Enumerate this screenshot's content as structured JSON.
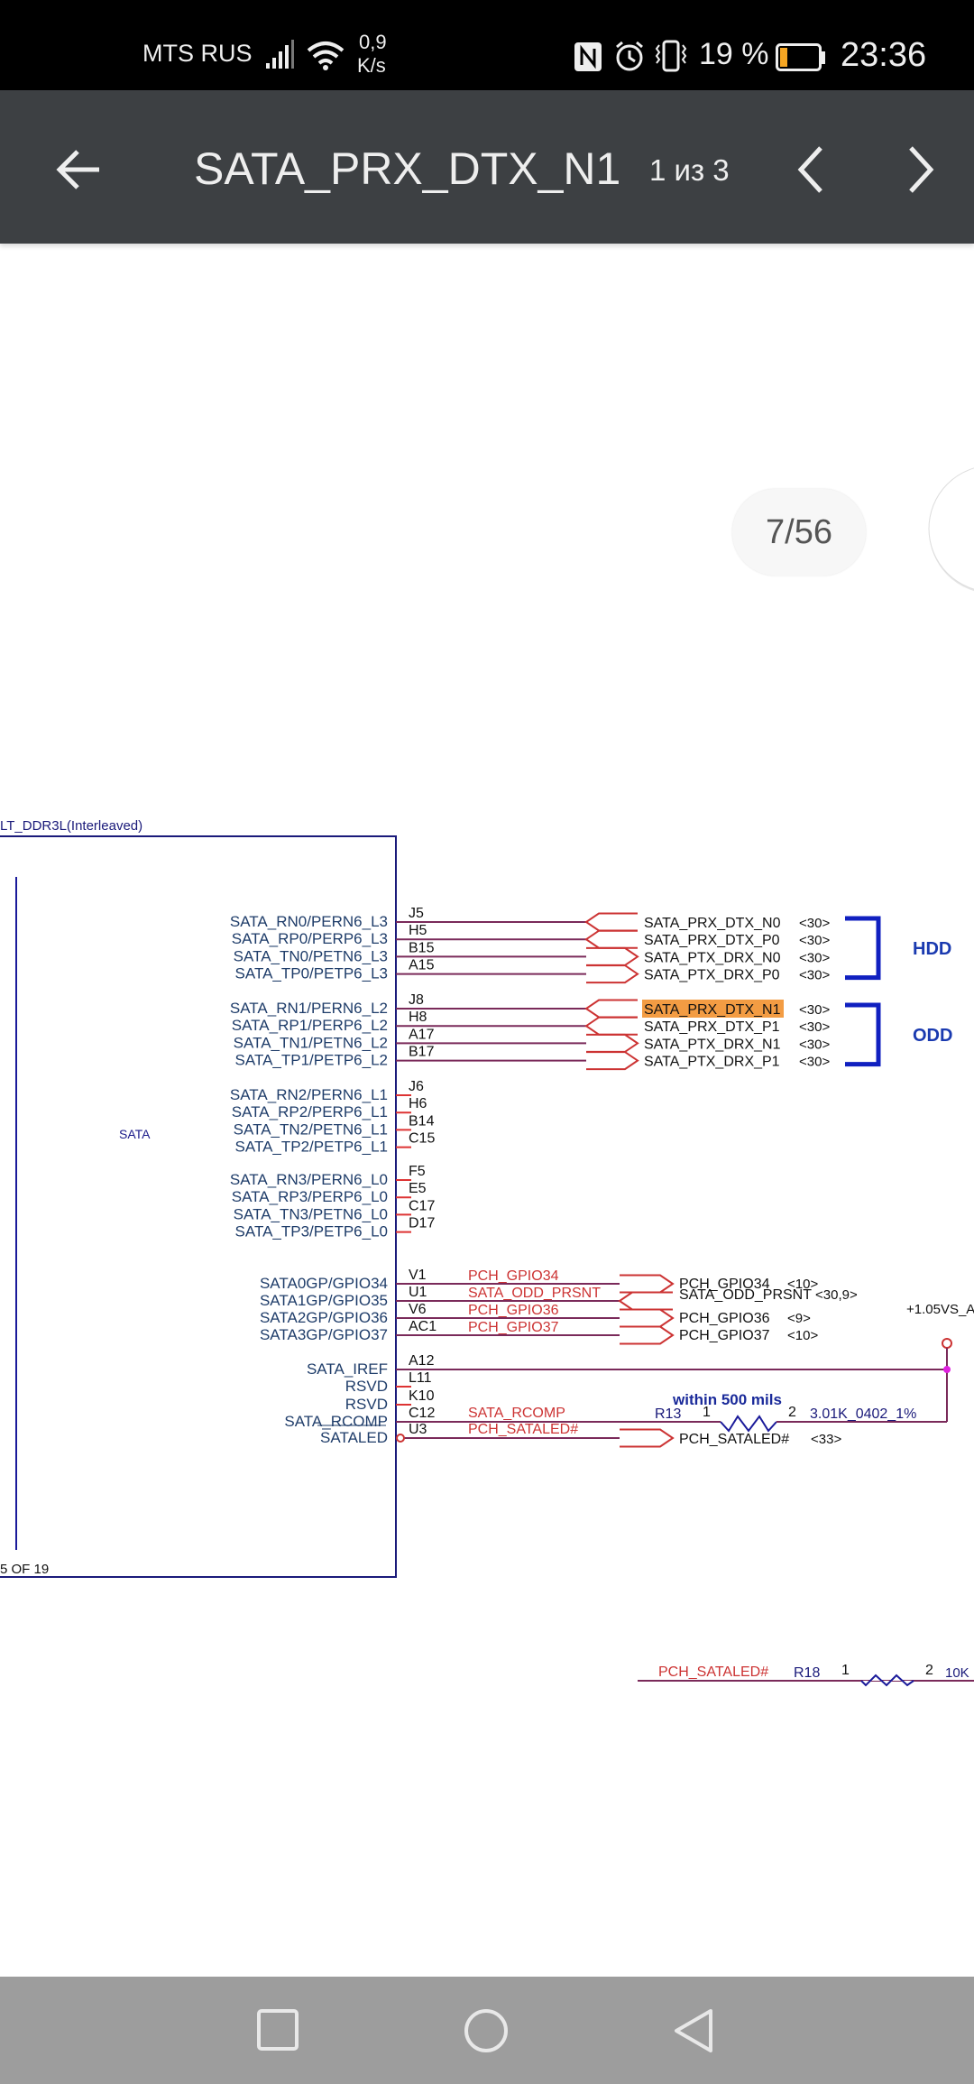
{
  "status_bar": {
    "carrier": "MTS RUS",
    "net_speed_value": "0,9",
    "net_speed_unit": "K/s",
    "battery_percent": "19 %",
    "battery_level": 0.19,
    "time": "23:36",
    "icons": [
      "signal-icon",
      "wifi-icon",
      "nfc-icon",
      "alarm-icon",
      "vibrate-icon",
      "battery-icon"
    ]
  },
  "toolbar": {
    "search_term": "SATA_PRX_DTX_N1",
    "match_counter": "1 из 3",
    "icons": [
      "back-arrow-icon",
      "chevron-left-icon",
      "chevron-right-icon"
    ]
  },
  "page_indicator": "7/56",
  "schematic": {
    "header": "LT_DDR3L(Interleaved)",
    "block_label": "SATA",
    "part_of": "5 OF 19",
    "highlight_color": "#f39c43",
    "groups": [
      {
        "label": "HDD",
        "pins": [
          {
            "name": "SATA_RN0/PERN6_L3",
            "ball": "J5",
            "net": "SATA_PRX_DTX_N0",
            "ref": "<30>",
            "dir": "in"
          },
          {
            "name": "SATA_RP0/PERP6_L3",
            "ball": "H5",
            "net": "SATA_PRX_DTX_P0",
            "ref": "<30>",
            "dir": "in"
          },
          {
            "name": "SATA_TN0/PETN6_L3",
            "ball": "B15",
            "net": "SATA_PTX_DRX_N0",
            "ref": "<30>",
            "dir": "out"
          },
          {
            "name": "SATA_TP0/PETP6_L3",
            "ball": "A15",
            "net": "SATA_PTX_DRX_P0",
            "ref": "<30>",
            "dir": "out"
          }
        ]
      },
      {
        "label": "ODD",
        "pins": [
          {
            "name": "SATA_RN1/PERN6_L2",
            "ball": "J8",
            "net": "SATA_PRX_DTX_N1",
            "ref": "<30>",
            "dir": "in",
            "highlight": true
          },
          {
            "name": "SATA_RP1/PERP6_L2",
            "ball": "H8",
            "net": "SATA_PRX_DTX_P1",
            "ref": "<30>",
            "dir": "in"
          },
          {
            "name": "SATA_TN1/PETN6_L2",
            "ball": "A17",
            "net": "SATA_PTX_DRX_N1",
            "ref": "<30>",
            "dir": "out"
          },
          {
            "name": "SATA_TP1/PETP6_L2",
            "ball": "B17",
            "net": "SATA_PTX_DRX_P1",
            "ref": "<30>",
            "dir": "out"
          }
        ]
      },
      {
        "label": "",
        "pins": [
          {
            "name": "SATA_RN2/PERN6_L1",
            "ball": "J6"
          },
          {
            "name": "SATA_RP2/PERP6_L1",
            "ball": "H6"
          },
          {
            "name": "SATA_TN2/PETN6_L1",
            "ball": "B14"
          },
          {
            "name": "SATA_TP2/PETP6_L1",
            "ball": "C15"
          }
        ]
      },
      {
        "label": "",
        "pins": [
          {
            "name": "SATA_RN3/PERN6_L0",
            "ball": "F5"
          },
          {
            "name": "SATA_RP3/PERP6_L0",
            "ball": "E5"
          },
          {
            "name": "SATA_TN3/PETN6_L0",
            "ball": "C17"
          },
          {
            "name": "SATA_TP3/PETP6_L0",
            "ball": "D17"
          }
        ]
      }
    ],
    "gpio": [
      {
        "name": "SATA0GP/GPIO34",
        "ball": "V1",
        "wire": "PCH_GPIO34",
        "net": "PCH_GPIO34",
        "ref": "<10>",
        "dir": "out"
      },
      {
        "name": "SATA1GP/GPIO35",
        "ball": "U1",
        "wire": "SATA_ODD_PRSNT",
        "net": "SATA_ODD_PRSNT",
        "ref": "<30,9>",
        "dir": "in"
      },
      {
        "name": "SATA2GP/GPIO36",
        "ball": "V6",
        "wire": "PCH_GPIO36",
        "net": "PCH_GPIO36",
        "ref": "<9>",
        "dir": "out"
      },
      {
        "name": "SATA3GP/GPIO37",
        "ball": "AC1",
        "wire": "PCH_GPIO37",
        "net": "PCH_GPIO37",
        "ref": "<10>",
        "dir": "out"
      }
    ],
    "misc": [
      {
        "name": "SATA_IREF",
        "ball": "A12"
      },
      {
        "name": "RSVD",
        "ball": "L11"
      },
      {
        "name": "RSVD",
        "ball": "K10"
      },
      {
        "name": "SATA_RCOMP",
        "ball": "C12",
        "wire": "SATA_RCOMP"
      },
      {
        "name": "SATALED",
        "ball": "U3",
        "wire": "PCH_SATALED#",
        "net": "PCH_SATALED#",
        "ref": "<33>"
      }
    ],
    "power_rail": "+1.05VS_A",
    "note": "within 500 mils",
    "r13": {
      "ref": "R13",
      "pin1": "1",
      "pin2": "2",
      "value": "3.01K_0402_1%"
    },
    "r18": {
      "net": "PCH_SATALED#",
      "ref": "R18",
      "pin1": "1",
      "pin2": "2",
      "value": "10K"
    }
  },
  "nav_bar": {
    "icons": [
      "recents-square-icon",
      "home-circle-icon",
      "back-triangle-icon"
    ]
  }
}
